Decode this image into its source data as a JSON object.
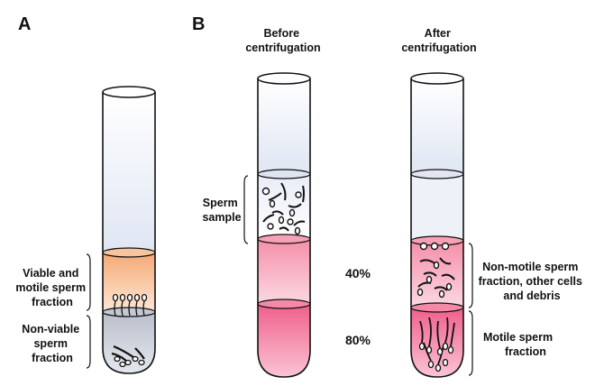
{
  "panels": {
    "a": "A",
    "b": "B"
  },
  "tube_a": {
    "upper_label": [
      "Viable and",
      "motile sperm",
      "fraction"
    ],
    "lower_label": [
      "Non-viable",
      "sperm",
      "fraction"
    ]
  },
  "tube_b_before": {
    "title": [
      "Before",
      "centrifugation"
    ],
    "sample_label": [
      "Sperm",
      "sample"
    ],
    "pct_40": "40%",
    "pct_80": "80%"
  },
  "tube_b_after": {
    "title": [
      "After",
      "centrifugation"
    ],
    "upper_label": [
      "Non-motile sperm",
      "fraction, other cells",
      "and debris"
    ],
    "lower_label": [
      "Motile sperm",
      "fraction"
    ]
  },
  "colors": {
    "peach": "#f6b98a",
    "grey": "#c9ced9",
    "pink_light": "#f8a9bc",
    "pink_dark": "#f06c95",
    "sample_blue": "#d9def0"
  }
}
